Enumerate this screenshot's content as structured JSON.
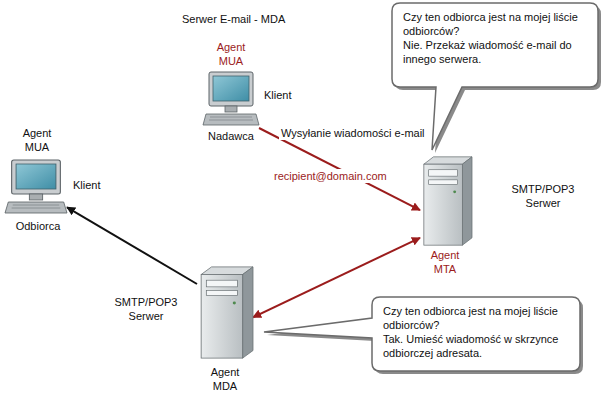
{
  "diagram": {
    "title": "Serwer E-mail - MDA",
    "nodes": [
      {
        "text": [
          "Agent MUA",
          "Klient",
          "Nadawca"
        ]
      },
      {
        "text": [
          "SMTP/POP3 Serwer",
          "Agent MTA"
        ]
      },
      {
        "text": [
          "Czy ten odbiorca jest na mojej liście odbiorców?",
          "Nie. Przekaż wiadomość e-mail do innego serwera."
        ]
      },
      {
        "text": [
          "Agent MUA",
          "Klient",
          "Odbiorca"
        ]
      },
      {
        "text": [
          "SMTP/POP3 Serwer",
          "Agent MDA"
        ]
      },
      {
        "text": [
          "Czy ten odbiorca jest na mojej liście odbiorców?",
          "Tak. Umieść wiadomość w skrzynce odbiorczej adresata."
        ]
      }
    ],
    "edges": [
      {
        "from": 0,
        "to": 1,
        "arrow": "to",
        "label": "Wysyłanie wiadomości e-mail"
      },
      {
        "from": 1,
        "to": 4,
        "arrow": "both"
      },
      {
        "from": 4,
        "to": 3,
        "arrow": "to"
      }
    ],
    "labels": [
      "recipient@domain.com"
    ]
  }
}
